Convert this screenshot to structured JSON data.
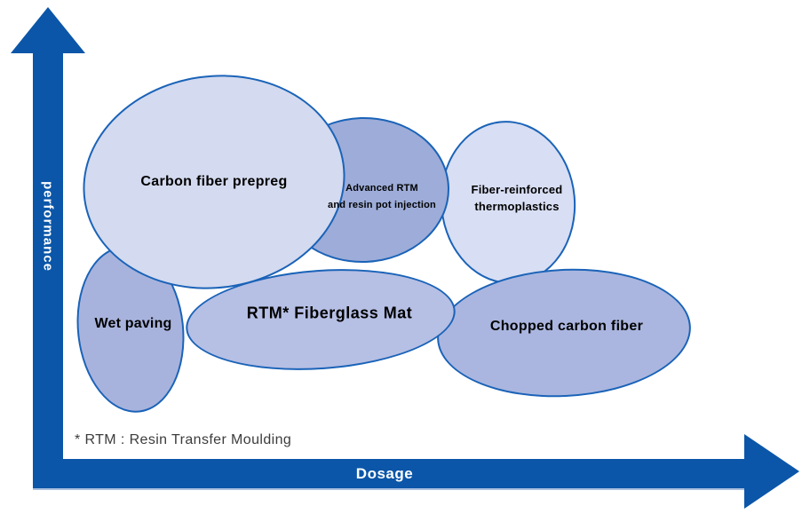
{
  "axes": {
    "x_label": "Dosage",
    "y_label": "performance",
    "axis_color": "#0B56A8",
    "axis_label_color": "#FFFFFF"
  },
  "footnote": "* RTM : Resin Transfer Moulding",
  "style": {
    "ellipse_stroke_color": "#1A63B8",
    "label_text_color": "#000000",
    "footnote_color": "#3C3C3C"
  },
  "ellipses": [
    {
      "id": "wet-paving",
      "lines": [
        "Wet paving"
      ],
      "fill": "#A8B3DD",
      "position": {
        "dosage": "very low",
        "performance": "low"
      }
    },
    {
      "id": "fiber-reinforced-thermoplastics",
      "lines": [
        "Fiber-reinforced",
        "thermoplastics"
      ],
      "fill": "#D8DEF3",
      "position": {
        "dosage": "medium-high",
        "performance": "high"
      }
    },
    {
      "id": "chopped-carbon-fiber",
      "lines": [
        "Chopped carbon fiber"
      ],
      "fill": "#AAB6DF",
      "position": {
        "dosage": "high",
        "performance": "low-medium"
      }
    },
    {
      "id": "rtm-fiberglass-mat",
      "lines": [
        "RTM* Fiberglass Mat"
      ],
      "fill": "#B6BFE4",
      "position": {
        "dosage": "low-medium",
        "performance": "low-medium"
      }
    },
    {
      "id": "advanced-rtm",
      "lines": [
        "Advanced RTM",
        "and resin pot injection"
      ],
      "fill": "#9DACD8",
      "position": {
        "dosage": "medium",
        "performance": "high"
      }
    },
    {
      "id": "carbon-fiber-prepreg",
      "lines": [
        "Carbon fiber prepreg"
      ],
      "fill": "#D4DAEF",
      "position": {
        "dosage": "low",
        "performance": "high"
      }
    }
  ]
}
